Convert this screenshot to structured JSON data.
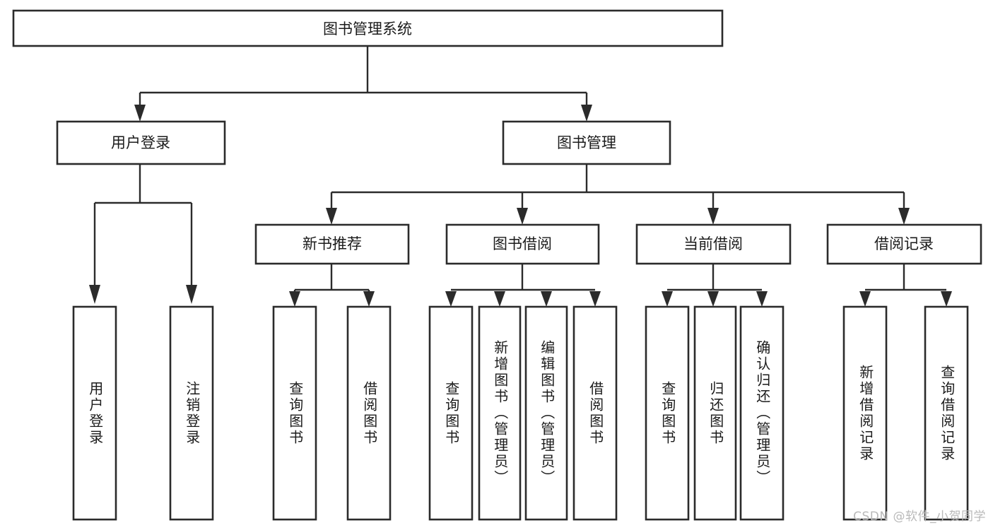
{
  "diagram": {
    "type": "tree",
    "title": "图书管理系统",
    "root": {
      "label": "图书管理系统"
    },
    "level2": [
      {
        "label": "用户登录"
      },
      {
        "label": "图书管理"
      }
    ],
    "level3": [
      {
        "label": "新书推荐"
      },
      {
        "label": "图书借阅"
      },
      {
        "label": "当前借阅"
      },
      {
        "label": "借阅记录"
      }
    ],
    "leaves": {
      "user_login": [
        {
          "label": "用户登录"
        },
        {
          "label": "注销登录"
        }
      ],
      "new_book_recommend": [
        {
          "label": "查询图书"
        },
        {
          "label": "借阅图书"
        }
      ],
      "book_borrow": [
        {
          "label": "查询图书"
        },
        {
          "label": "新增图书（管理员）"
        },
        {
          "label": "编辑图书（管理员）"
        },
        {
          "label": "借阅图书"
        }
      ],
      "current_borrow": [
        {
          "label": "查询图书"
        },
        {
          "label": "归还图书"
        },
        {
          "label": "确认归还（管理员）"
        }
      ],
      "borrow_record": [
        {
          "label": "新增借阅记录"
        },
        {
          "label": "查询借阅记录"
        }
      ]
    },
    "colors": {
      "background": "#ffffff",
      "box_fill": "#ffffff",
      "box_stroke": "#2b2b2b",
      "connector": "#2b2b2b",
      "text": "#1b1b1b",
      "watermark": "#b9b9b9"
    }
  },
  "watermark": {
    "text": "CSDN @软件_小贺同学"
  }
}
